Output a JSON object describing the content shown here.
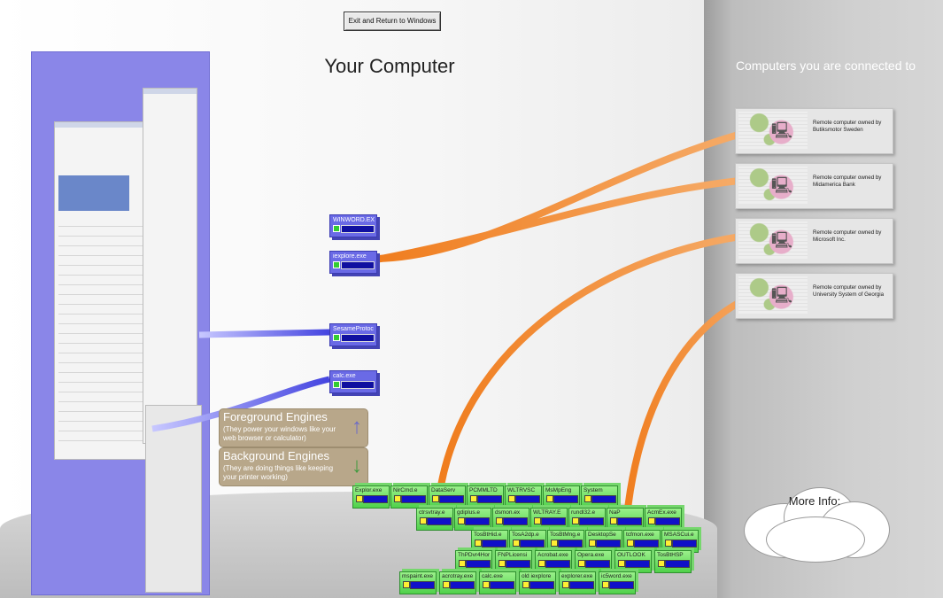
{
  "toolbar": {
    "exit_label": "Exit and Return to Windows"
  },
  "main": {
    "title": "Your Computer"
  },
  "right_panel": {
    "title": "Computers you are connected to",
    "remotes": [
      {
        "label": "Remote computer owned by Butiksmotor Sweden"
      },
      {
        "label": "Remote computer owned by Midamerica Bank"
      },
      {
        "label": "Remote computer owned by Microsoft Inc."
      },
      {
        "label": "Remote computer owned by University System of Georgia"
      }
    ]
  },
  "foreground_engines": [
    {
      "label": "WINWORD.EX"
    },
    {
      "label": "iexplore.exe"
    },
    {
      "label": "SesameProtoc"
    },
    {
      "label": "calc.exe"
    }
  ],
  "signs": {
    "foreground": {
      "title": "Foreground Engines",
      "text": "(They power your windows like your web browser or calculator)"
    },
    "background": {
      "title": "Background Engines",
      "text": "(They are doing  things like keeping your printer working)"
    }
  },
  "background_engines": [
    {
      "label": "Explor.exe"
    },
    {
      "label": "NirCmd.e"
    },
    {
      "label": "DataServ"
    },
    {
      "label": "PCMMLTD"
    },
    {
      "label": "WLTRVSC"
    },
    {
      "label": "MsMpEng"
    },
    {
      "label": "System"
    },
    {
      "label": "ctrsvtray.e"
    },
    {
      "label": "gdiplus.e"
    },
    {
      "label": "dsmon.ex"
    },
    {
      "label": "WLTRAY.E"
    },
    {
      "label": "rundl32.e"
    },
    {
      "label": "NaP"
    },
    {
      "label": "AcmEx.exe"
    },
    {
      "label": "TosBtHid.e"
    },
    {
      "label": "TosA2dp.e"
    },
    {
      "label": "TosBtMng.e"
    },
    {
      "label": "DesktopSe"
    },
    {
      "label": "tcfmon.exe"
    },
    {
      "label": "MSASCui.e"
    },
    {
      "label": "ThPDvr4Hor"
    },
    {
      "label": "FNPLicensi"
    },
    {
      "label": "Acrobat.exe"
    },
    {
      "label": "Opera.exe"
    },
    {
      "label": "OUTLOOK"
    },
    {
      "label": "TosBtHSP"
    },
    {
      "label": "mspaint.exe"
    },
    {
      "label": "acrotray.exe"
    },
    {
      "label": "calc.exe"
    },
    {
      "label": "old iexplore"
    },
    {
      "label": "explorer.exe"
    },
    {
      "label": "ic5word.exe"
    }
  ],
  "more_info": {
    "label": "More Info:"
  },
  "colors": {
    "accent_purple": "#6a6ae6",
    "wire_orange": "#f08a24",
    "wire_blue": "#5555e0",
    "process_green": "#4fd14a"
  }
}
